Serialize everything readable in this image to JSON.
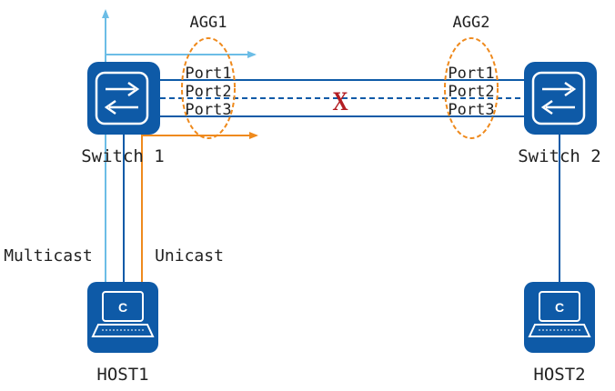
{
  "devices": {
    "switch1": {
      "label": "Switch 1"
    },
    "switch2": {
      "label": "Switch 2"
    },
    "host1": {
      "label": "HOST1",
      "screen_glyph": "C"
    },
    "host2": {
      "label": "HOST2",
      "screen_glyph": "C"
    }
  },
  "aggregations": {
    "agg1": {
      "label": "AGG1",
      "ports": [
        "Port1",
        "Port2",
        "Port3"
      ]
    },
    "agg2": {
      "label": "AGG2",
      "ports": [
        "Port1",
        "Port2",
        "Port3"
      ]
    }
  },
  "links": [
    {
      "name": "Port1",
      "style": "solid",
      "state": "up"
    },
    {
      "name": "Port2",
      "style": "dashed",
      "state": "down"
    },
    {
      "name": "Port3",
      "style": "solid",
      "state": "up"
    }
  ],
  "failure_mark": "X",
  "traffic": {
    "multicast": {
      "label": "Multicast",
      "color": "#6cbde6"
    },
    "unicast": {
      "label": "Unicast",
      "color": "#ef8a1d"
    }
  },
  "colors": {
    "device_fill": "#0e5aa7",
    "link": "#0e5aa7",
    "agg_ellipse": "#ef8a1d",
    "failure": "#b41e23"
  },
  "icons": {
    "switch": "switch-icon",
    "host": "laptop-icon",
    "failure": "link-failure-icon"
  }
}
